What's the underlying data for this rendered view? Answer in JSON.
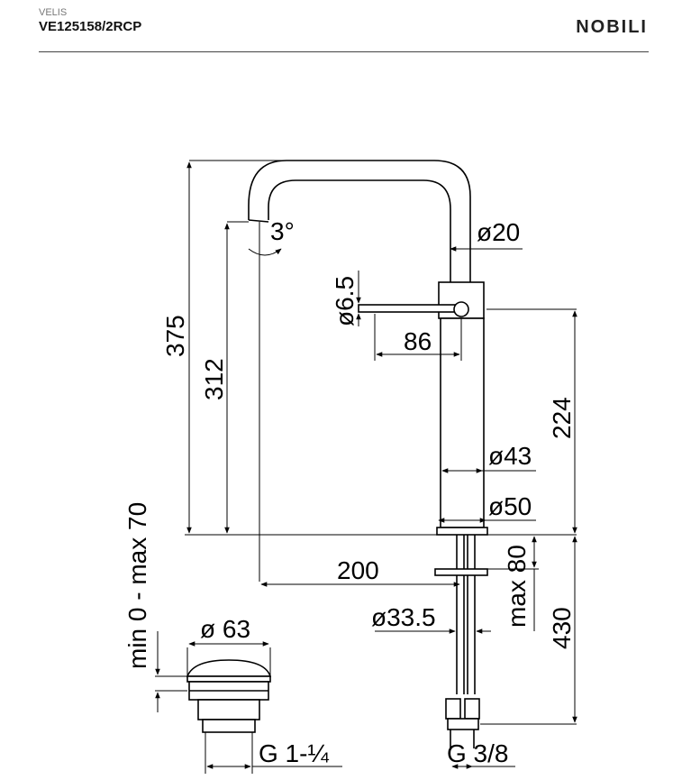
{
  "header": {
    "series": "VELIS",
    "code": "VE125158/2RCP",
    "brand": "NOBILI"
  },
  "dimensions": {
    "height_total": "375",
    "spout_height": "312",
    "angle": "3°",
    "spout_diameter": "ø20",
    "lever_diameter": "ø6.5",
    "lever_length": "86",
    "body_height": "224",
    "body_diameter": "ø43",
    "base_diameter": "ø50",
    "reach": "200",
    "deck_thickness": "max 80",
    "hole_diameter": "ø33.5",
    "hose_length": "430",
    "waste_range": "min 0 - max 70",
    "waste_diameter": "ø 63",
    "waste_thread": "G 1-¼",
    "inlet_thread": "G 3/8"
  }
}
